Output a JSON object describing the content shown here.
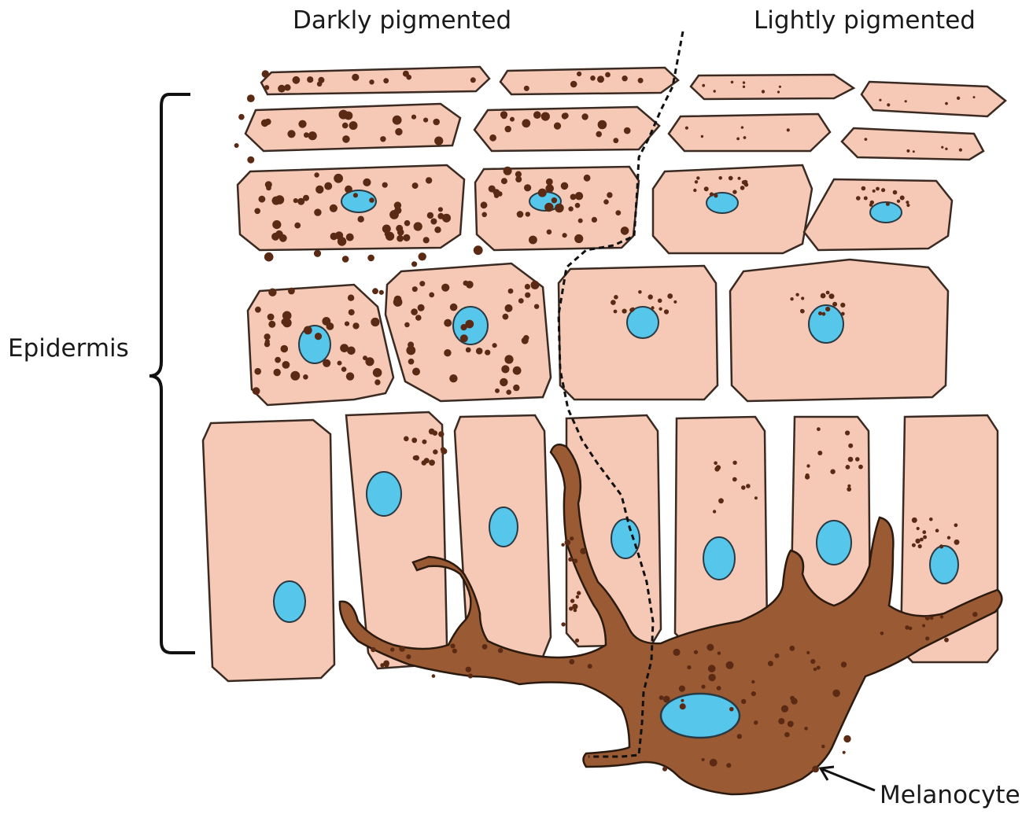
{
  "labels": {
    "dark": "Darkly pigmented",
    "light": "Lightly pigmented",
    "epidermis": "Epidermis",
    "melanocyte": "Melanocyte"
  },
  "colors": {
    "cell_fill": "#f6c9b6",
    "cell_fill_light": "#f9d7c8",
    "cell_stroke": "#3a2a22",
    "nucleus": "#56c7ea",
    "melanin": "#5a2a14",
    "melanocyte": "#9a5a33"
  }
}
